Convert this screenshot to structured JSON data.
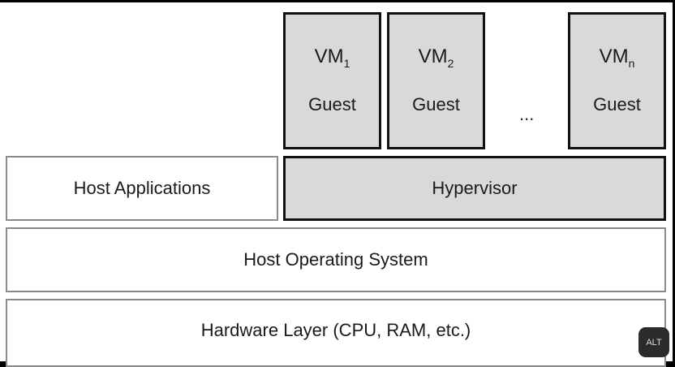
{
  "vms": [
    {
      "name": "VM",
      "sub": "1",
      "label": "Guest"
    },
    {
      "name": "VM",
      "sub": "2",
      "label": "Guest"
    },
    {
      "name": "VM",
      "sub": "n",
      "label": "Guest"
    }
  ],
  "ellipsis": "...",
  "host_applications": "Host Applications",
  "hypervisor": "Hypervisor",
  "host_os": "Host Operating System",
  "hardware": "Hardware Layer (CPU, RAM, etc.)",
  "alt_badge": "ALT",
  "colors": {
    "grey_fill": "#d9d9d9",
    "border_dark": "#111111",
    "border_light": "#8a8a8a"
  }
}
